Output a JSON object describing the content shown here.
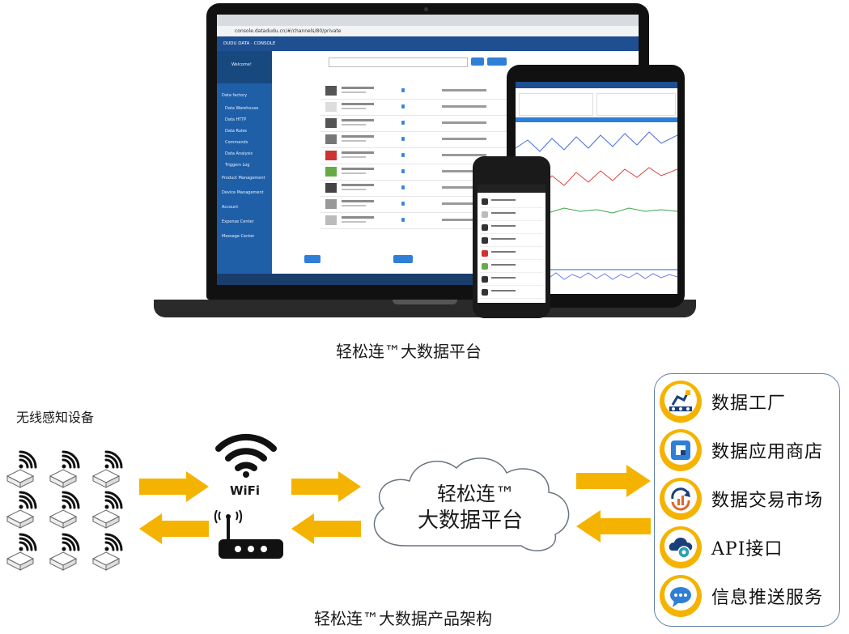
{
  "platform_caption": "轻松连™大数据平台",
  "architecture_caption": "轻松连™大数据产品架构",
  "devices_label": "无线感知设备",
  "wifi_label": "WiFi",
  "cloud_label_line1": "轻松连™",
  "cloud_label_line2": "大数据平台",
  "services": [
    {
      "label": "数据工厂",
      "icon": "factory-robot-icon"
    },
    {
      "label": "数据应用商店",
      "icon": "app-store-icon"
    },
    {
      "label": "数据交易市场",
      "icon": "data-exchange-icon"
    },
    {
      "label": "API接口",
      "icon": "api-gear-icon"
    },
    {
      "label": "信息推送服务",
      "icon": "chat-bubble-icon"
    }
  ],
  "console": {
    "brand": "DUDU DATA · CONSOLE",
    "url": "console.datadudu.cn/#/channels/80/private",
    "welcome": "Welcome!",
    "sidebar": [
      "Data factory",
      "Data Warehouse",
      "Data HTTP",
      "Data Rules",
      "Commands",
      "Data Analysis",
      "Triggers Log",
      "Product Management",
      "Device Management",
      "Account",
      "Expense Center",
      "Message Center"
    ]
  },
  "colors": {
    "arrow": "#f5b301",
    "service_ring": "#f5b301",
    "panel_border": "#5f7fa5",
    "console_blue": "#1f5fa8"
  }
}
